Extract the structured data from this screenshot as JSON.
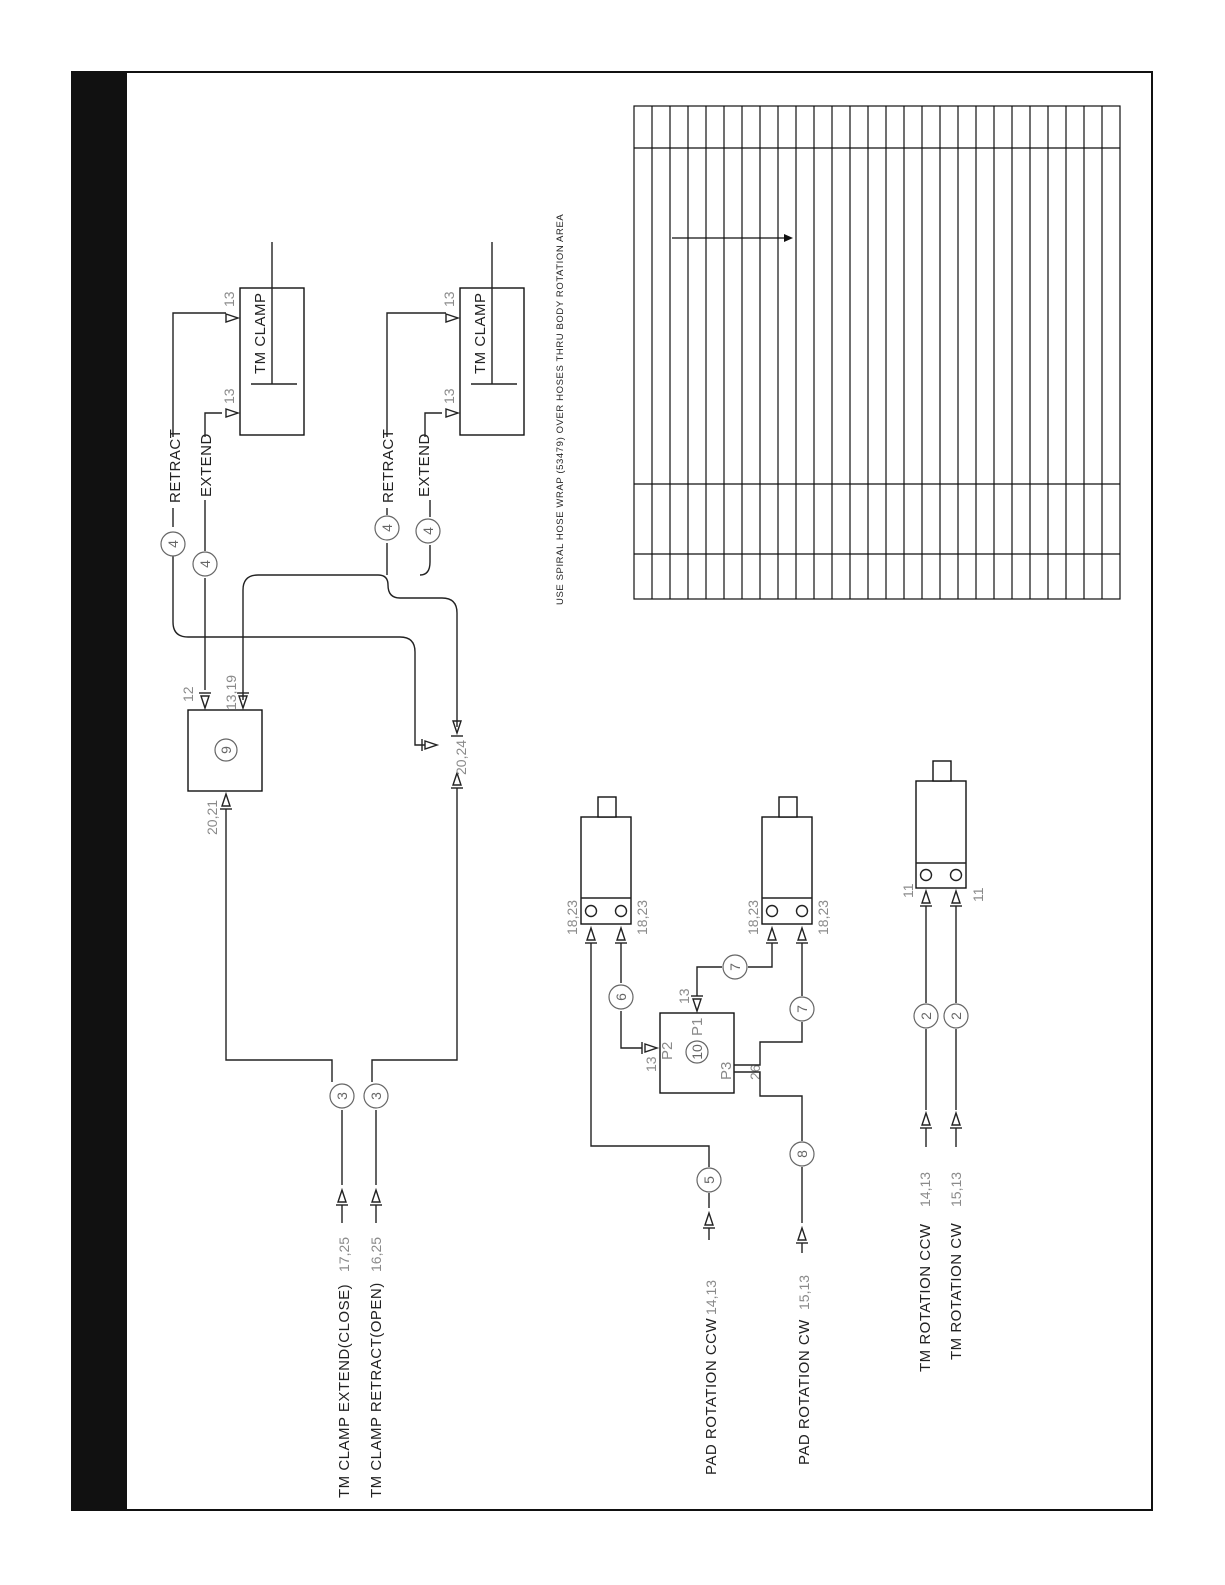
{
  "inputs": {
    "tm_clamp_extend": "TM CLAMP EXTEND(CLOSE)",
    "tm_clamp_extend_ref": "17,25",
    "tm_clamp_retract": "TM CLAMP RETRACT(OPEN)",
    "tm_clamp_retract_ref": "16,25",
    "pad_rotation_ccw": "PAD ROTATION CCW",
    "pad_rotation_ccw_ref": "14,13",
    "pad_rotation_cw": "PAD ROTATION CW",
    "pad_rotation_cw_ref": "15,13",
    "tm_rotation_ccw": "TM ROTATION CCW",
    "tm_rotation_ccw_ref": "14,13",
    "tm_rotation_cw": "TM ROTATION CW",
    "tm_rotation_cw_ref": "15,13"
  },
  "cylinders": {
    "label": "TM CLAMP",
    "port_ref": "13",
    "retract": "RETRACT",
    "extend": "EXTEND"
  },
  "hose_numbers": {
    "h2": "2",
    "h3": "3",
    "h4": "4",
    "h5": "5",
    "h6": "6",
    "h7": "7",
    "h8": "8"
  },
  "components": {
    "valve9": "9",
    "valve9_ref_12": "12",
    "valve9_ref_13_19": "13,19",
    "valve9_ref_20_21": "20,21",
    "tee_ref_20_24": "20,24",
    "valve10": "10",
    "valve10_p1": "P1",
    "valve10_p2": "P2",
    "valve10_p3": "P3",
    "valve10_ref_13": "13",
    "valve10_ref_26": "26",
    "motor_ref_18_23": "18,23",
    "motor_ref_11": "11"
  },
  "note": "USE SPIRAL HOSE WRAP (53479) OVER HOSES THRU BODY ROTATION AREA"
}
